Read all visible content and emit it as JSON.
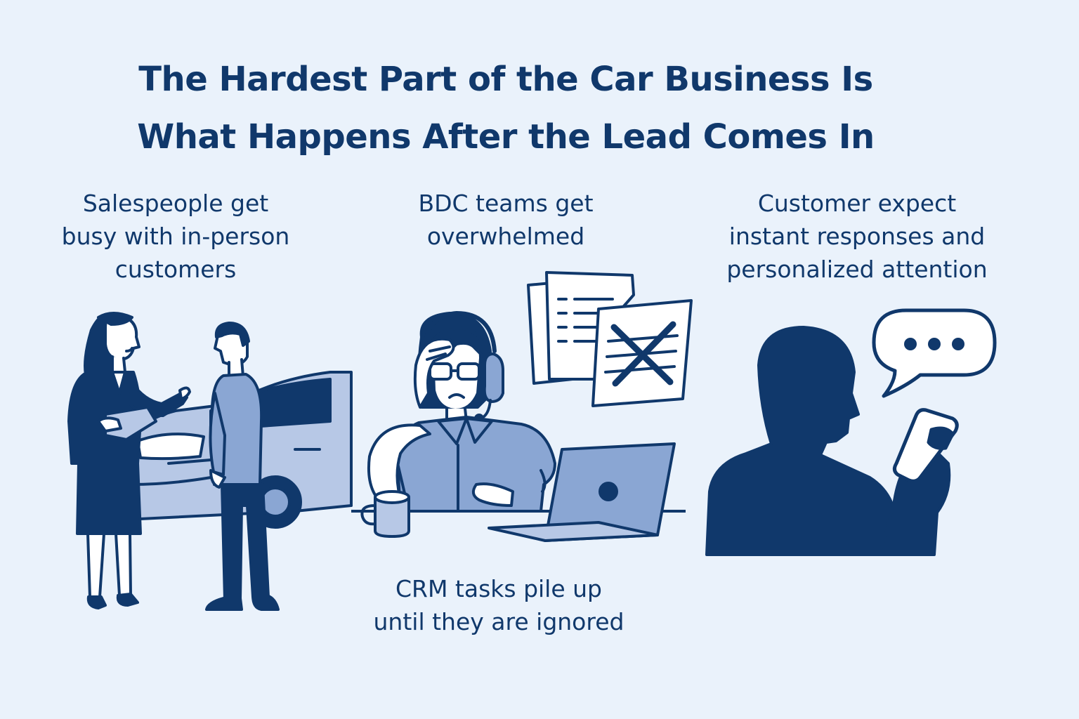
{
  "headline": {
    "line1": "The Hardest Part of the Car Business Is",
    "line2": "What Happens After the Lead Comes In"
  },
  "panels": {
    "sales": {
      "lines": [
        "Salespeople get",
        "busy with in-person",
        "customers"
      ],
      "icons": [
        "saleswoman-illustration",
        "customer-man-illustration",
        "car-illustration",
        "clipboard-icon"
      ]
    },
    "bdc": {
      "lines": [
        "BDC teams get",
        "overwhelmed"
      ],
      "icons": [
        "stressed-agent-illustration",
        "headset-icon",
        "laptop-icon",
        "coffee-mug-icon",
        "documents-icon",
        "crossed-out-document-icon"
      ]
    },
    "crm": {
      "lines": [
        "CRM tasks pile up",
        "until they are ignored"
      ]
    },
    "customer": {
      "lines": [
        "Customer expect",
        "instant responses and",
        "personalized attention"
      ],
      "icons": [
        "customer-silhouette-illustration",
        "smartphone-icon",
        "typing-speech-bubble-icon"
      ]
    }
  },
  "colors": {
    "background": "#eaf2fb",
    "navy": "#10386b",
    "medium_blue": "#8aa6d3",
    "light_blue": "#b7c8e6",
    "white": "#ffffff"
  }
}
